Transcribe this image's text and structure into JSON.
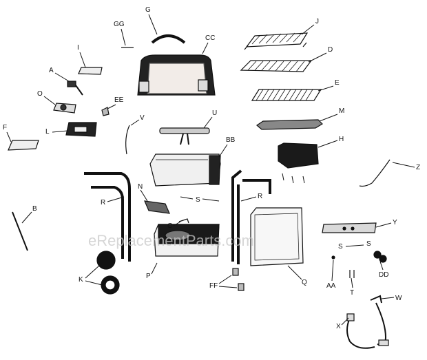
{
  "watermark": "eReplacementParts.com",
  "labels": {
    "G": "G",
    "GG": "GG",
    "CC": "CC",
    "J": "J",
    "D": "D",
    "E": "E",
    "M": "M",
    "I": "I",
    "A": "A",
    "O": "O",
    "EE": "EE",
    "F": "F",
    "L": "L",
    "V": "V",
    "U": "U",
    "BB": "BB",
    "H": "H",
    "Z": "Z",
    "N": "N",
    "R1": "R",
    "R2": "R",
    "S1": "S",
    "S2": "S",
    "S3": "S",
    "B": "B",
    "C": "C",
    "Y": "Y",
    "K": "K",
    "P": "P",
    "FF": "FF",
    "Q": "Q",
    "AA": "AA",
    "T": "T",
    "DD": "DD",
    "W": "W",
    "X": "X"
  },
  "colors": {
    "line": "#111111",
    "part_fill": "#f7f7f7",
    "dark": "#1a1a1a",
    "watermark": "#c9c9c9"
  }
}
